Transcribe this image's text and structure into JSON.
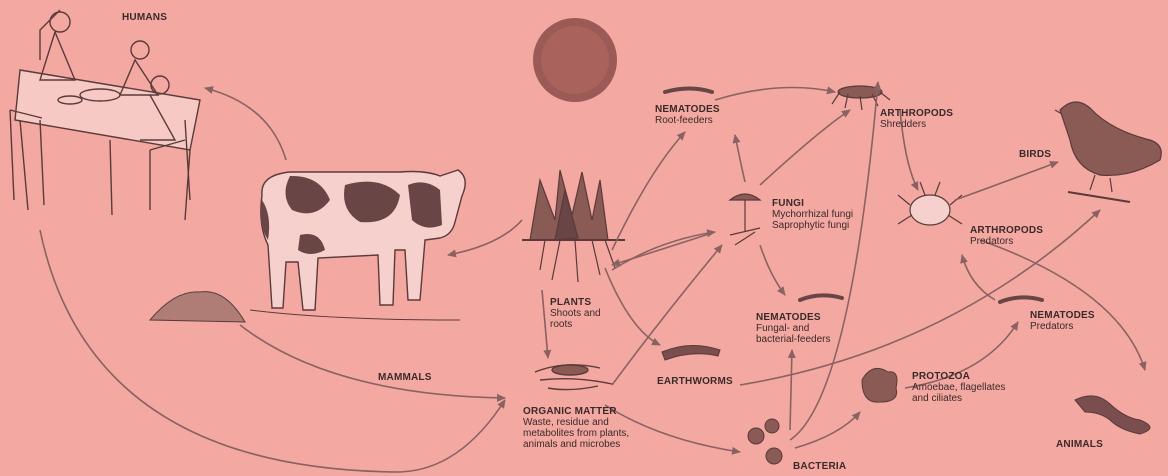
{
  "nodes": {
    "humans": {
      "title": "HUMANS"
    },
    "mammals": {
      "title": "MAMMALS"
    },
    "plants": {
      "title": "PLANTS",
      "subtitle": [
        "Shoots and",
        "roots"
      ]
    },
    "organic_matter": {
      "title": "ORGANIC MATTER",
      "subtitle": [
        "Waste, residue and",
        "metabolites from plants,",
        "animals and microbes"
      ]
    },
    "earthworms": {
      "title": "EARTHWORMS"
    },
    "bacteria": {
      "title": "BACTERIA"
    },
    "nematodes_root": {
      "title": "NEMATODES",
      "subtitle": [
        "Root-feeders"
      ]
    },
    "fungi": {
      "title": "FUNGI",
      "subtitle": [
        "Mychorrhizal fungi",
        "Saprophytic fungi"
      ]
    },
    "nematodes_fungal": {
      "title": "NEMATODES",
      "subtitle": [
        "Fungal- and",
        "bacterial-feeders"
      ]
    },
    "arthropods_shredders": {
      "title": "ARTHROPODS",
      "subtitle": [
        "Shredders"
      ]
    },
    "arthropods_predators": {
      "title": "ARTHROPODS",
      "subtitle": [
        "Predators"
      ]
    },
    "protozoa": {
      "title": "PROTOZOA",
      "subtitle": [
        "Amoebae, flagellates",
        "and ciliates"
      ]
    },
    "nematodes_predators": {
      "title": "NEMATODES",
      "subtitle": [
        "Predators"
      ]
    },
    "birds": {
      "title": "BIRDS"
    },
    "animals": {
      "title": "ANIMALS"
    }
  },
  "colors": {
    "background": "#f3a8a1",
    "ink": "#5a3a3a",
    "arrow": "#8a6262",
    "sun": "#9b5a55"
  }
}
